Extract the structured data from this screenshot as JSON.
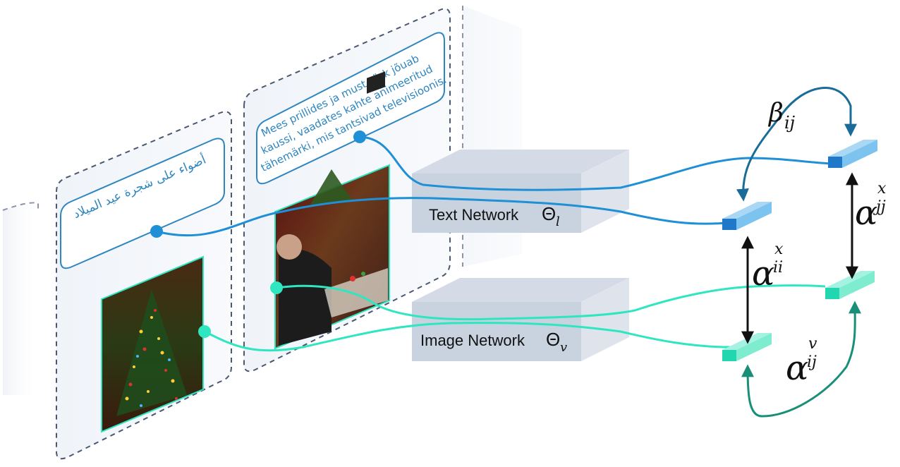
{
  "captions": {
    "arabic": "أضواء على شجرة عيد الميلاد",
    "estonian_line1": "Mees prillides ja must särk jõuab",
    "estonian_line2": "kaussi, vaadates kahte animeeritud",
    "estonian_line3": "tähemärki, mis tantsivad televisioonis."
  },
  "networks": {
    "text_label": "Text Network",
    "text_param": "Θ",
    "text_param_sub": "l",
    "image_label": "Image Network",
    "image_param": "Θ",
    "image_param_sub": "v"
  },
  "symbols": {
    "beta": "β",
    "beta_sub": "ij",
    "alpha": "α",
    "alpha_ii_sup": "x",
    "alpha_ii_sub": "ii",
    "alpha_jj_sup": "x",
    "alpha_jj_sub": "jj",
    "alpha_v_sup": "v",
    "alpha_v_sub": "ij"
  },
  "colors": {
    "text_stream": "#1f8fd6",
    "image_stream": "#2ee6c0",
    "beta_arrow": "#1a6c98",
    "alpha_v_arrow": "#1a8f78",
    "panel_border": "#4a5872",
    "network_box": "#c9d3e0"
  }
}
